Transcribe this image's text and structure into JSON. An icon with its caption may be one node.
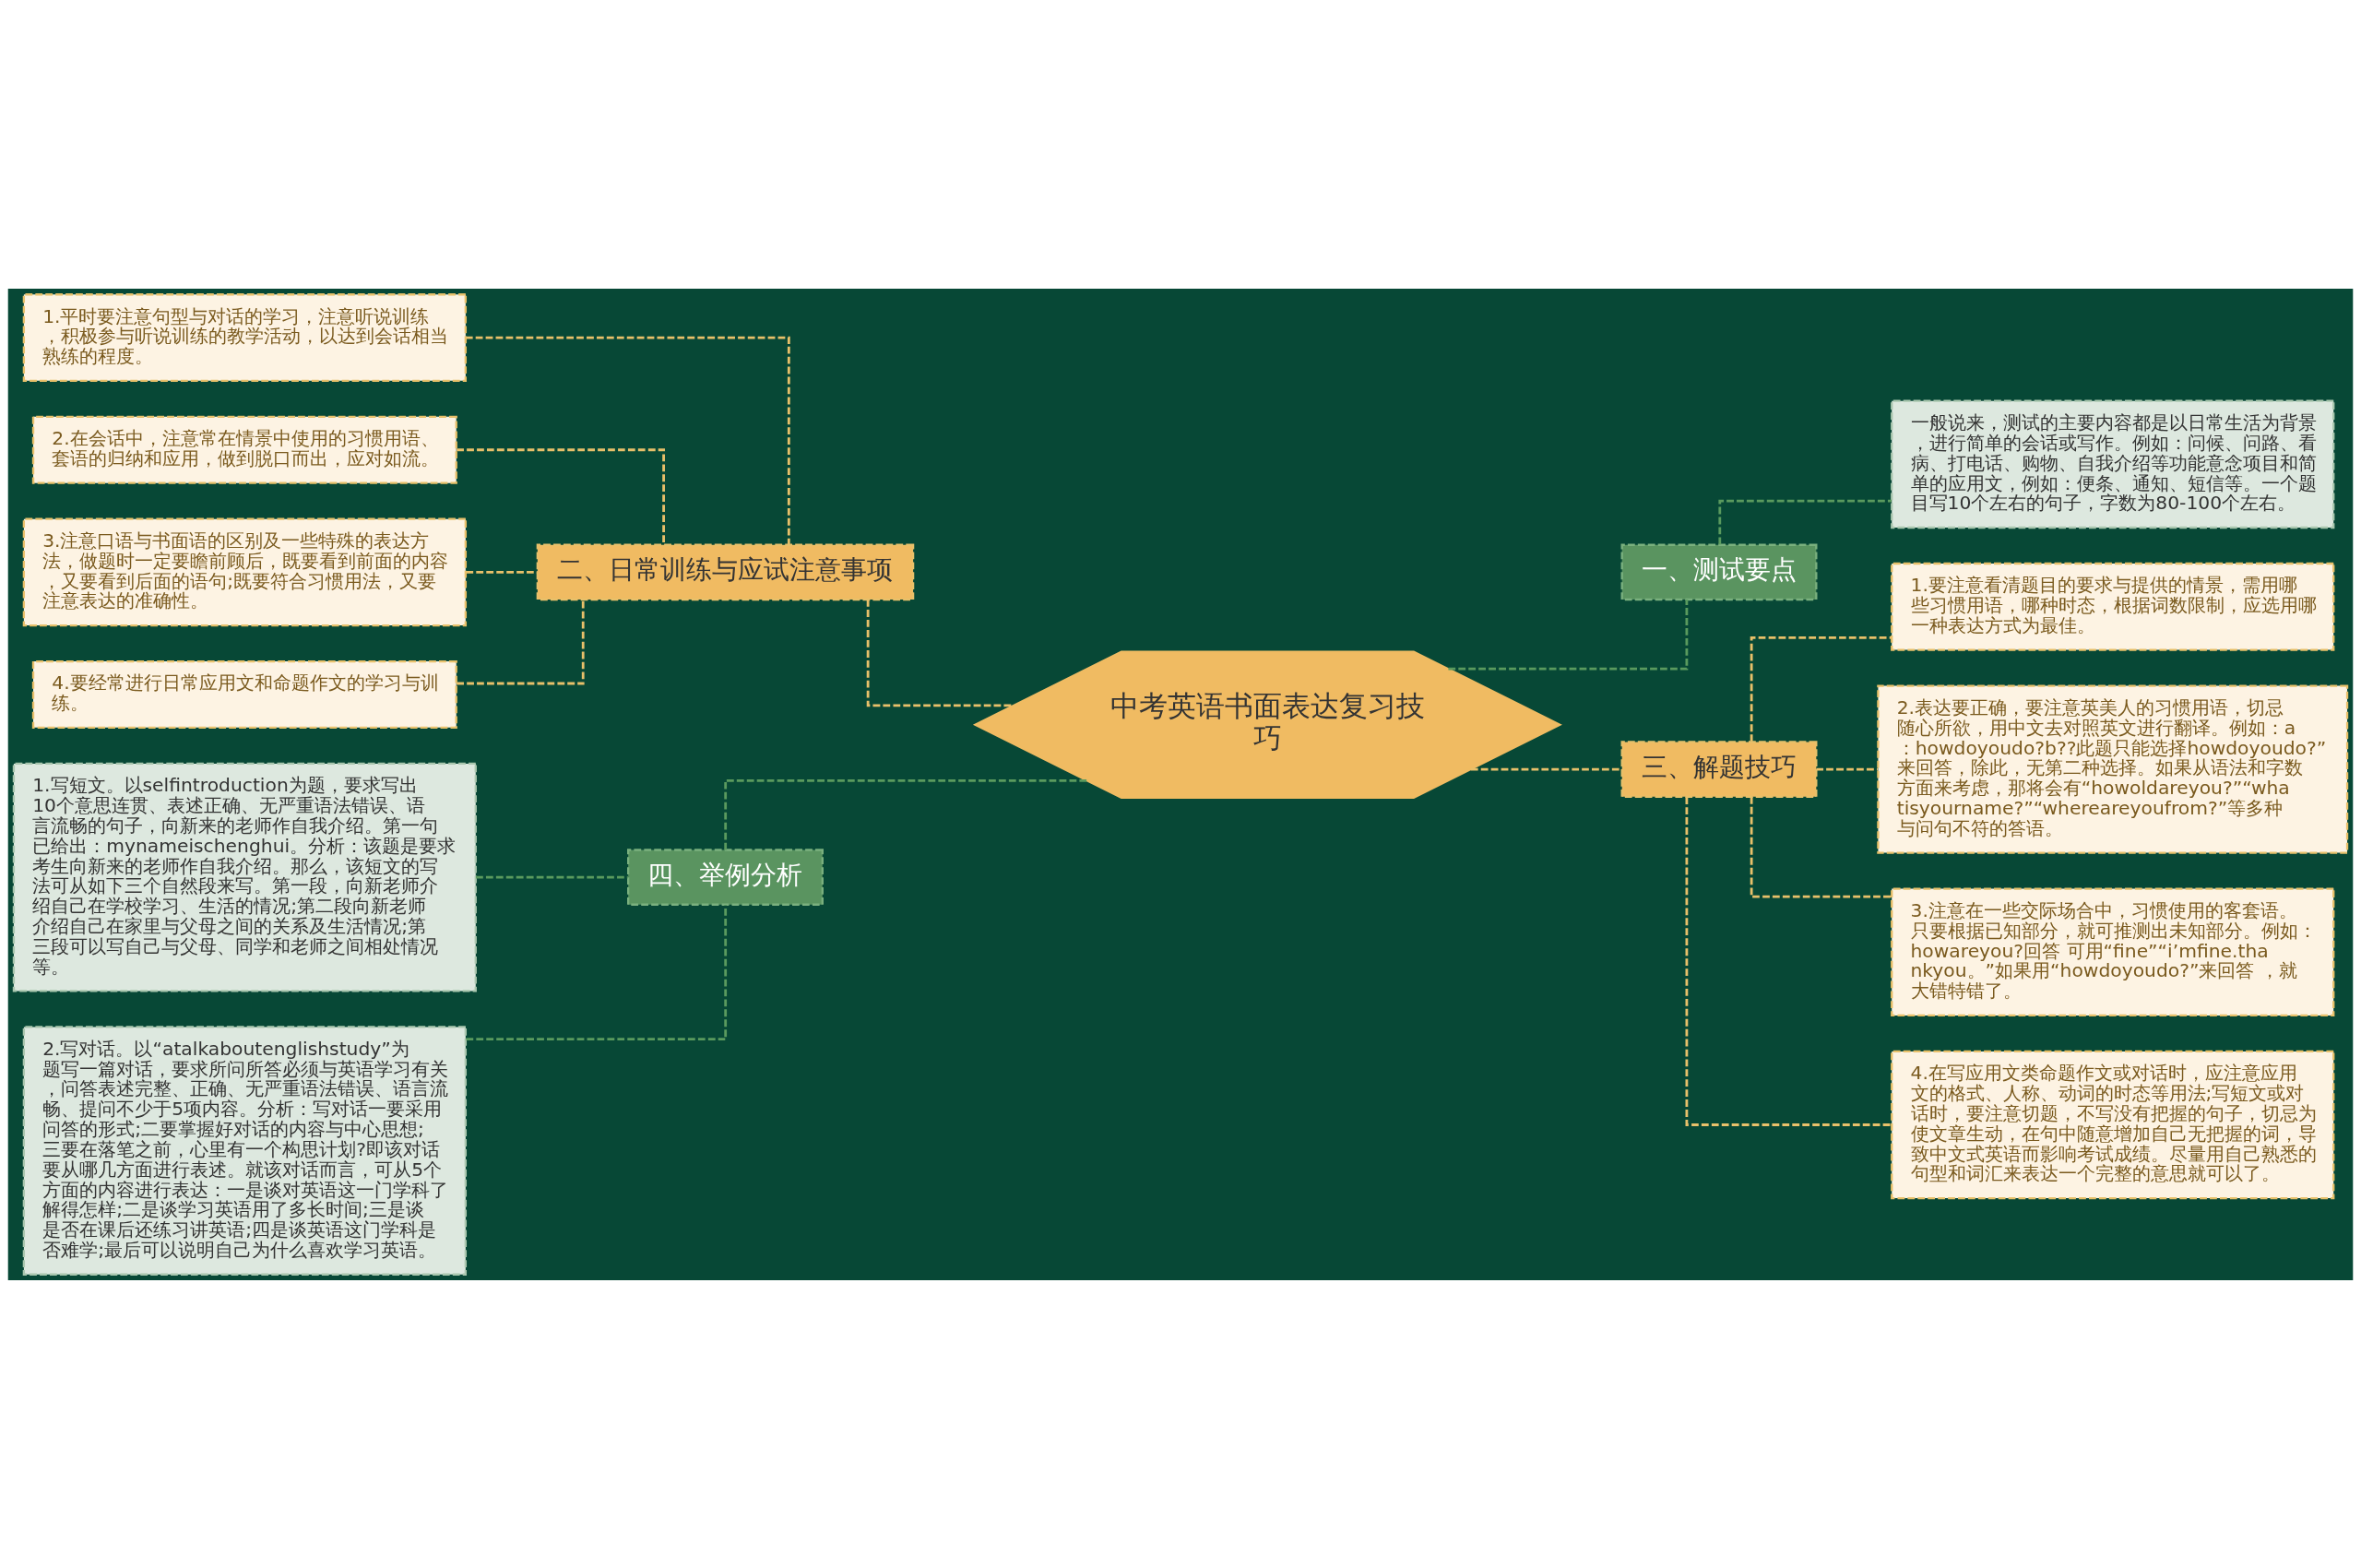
{
  "diagram": {
    "nodes": [
      {
        "text": [
          "中考英语书面表达复习技巧"
        ]
      },
      {
        "text": [
          "二、日常训练与应试注意事项"
        ]
      },
      {
        "text": [
          "1.平时要注意句型与对话的学习，注意听说训练，积极参与听说训练的教学活动，以达到会话相当熟练的程度。"
        ]
      },
      {
        "text": [
          "2.在会话中，注意常在情景中使用的习惯用语、套语的归纳和应用，做到脱口而出，应对如流。"
        ]
      },
      {
        "text": [
          "3.注意口语与书面语的区别及一些特殊的表达方法，做题时一定要瞻前顾后，既要看到前面的内容，又要看到后面的语句;既要符合习惯用法，又要注意表达的准确性。"
        ]
      },
      {
        "text": [
          "4.要经常进行日常应用文和命题作文的学习与训练。"
        ]
      },
      {
        "text": [
          "四、举例分析"
        ]
      },
      {
        "text": [
          "1.写短文。以selfintroduction为题，要求写出10个意思连贯、表述正确、无严重语法错误、语言流畅的句子，向新来的老师作自我介绍。第一句已给出：mynameischenghui。分析：该题是要求考生向新来的老师作自我介绍。那么，该短文的写法可从如下三个自然段来写。第一段，向新老师介绍自己在学校学习、生活的情况;第二段向新老师介绍自己在家里与父母之间的关系及生活情况;第三段可以写自己与父母、同学和老师之间相处情况等。"
        ]
      },
      {
        "text": [
          "2.写对话。以“atalkaboutenglishstudy”为题写一篇对话，要求所问所答必须与英语学习有关，问答表述完整、正确、无严重语法错误、语言流畅、提问不少于5项内容。分析：写对话一要采用问答的形式;二要掌握好对话的内容与中心思想;三要在落笔之前，心里有一个构思计划?即该对话要从哪几方面进行表述。就该对话而言，可从5个方面的内容进行表达：一是谈对英语这一门学科了解得怎样;二是谈学习英语用了多长时间;三是谈是否在课后还练习讲英语;四是谈英语这门学科是否难学;最后可以说明自己为什么喜欢学习英语。"
        ]
      },
      {
        "text": [
          "一、测试要点"
        ]
      },
      {
        "text": [
          "一般说来，测试的主要内容都是以日常生活为背景，进行简单的会话或写作。例如：问候、问路、看病、打电话、购物、自我介绍等功能意念项目和简单的应用文，例如：便条、通知、短信等。一个题目写10个左右的句子，字数为80-100个左右。"
        ]
      },
      {
        "text": [
          "三、解题技巧"
        ]
      },
      {
        "text": [
          "1.要注意看清题目的要求与提供的情景，需用哪些习惯用语，哪种时态，根据词数限制，应选用哪一种表达方式为最佳。"
        ]
      },
      {
        "text": [
          "2.表达要正确，要注意英美人的习惯用语，切忌随心所欲，用中文去对照英文进行翻译。例如：a：howdoyoudo?b??此题只能选择howdoyoudo?”来回答，除此，无第二种选择。如果从语法和字数方面来考虑，那将会有“howoldareyou?”“whatisyourname?”“whereareyoufrom?”等多种与问句不符的答语。"
        ]
      },
      {
        "text": [
          "3.注意在一些交际场合中，习惯使用的客套语。只要根据已知部分，就可推测出未知部分。例如：howareyou?回答 可用“fine”“i’mfine.thankyou。”如果用“howdoyoudo?”来回答 ，就大错特错了。"
        ]
      },
      {
        "text": [
          "4.在写应用文类命题作文或对话时，应注意应用文的格式、人称、动词的时态等用法;写短文或对话时，要注意切题，不写没有把握的句子，切忌为使文章生动，在句中随意增加自己无把握的词，导致中文式英语而影响考试成绩。尽量用自己熟悉的句型和词汇来表达一个完整的意思就可以了。"
        ]
      }
    ],
    "edges": [
      {
        "from": 0,
        "to": 1,
        "arrow": "none",
        "style": "dashed"
      },
      {
        "from": 1,
        "to": 2,
        "arrow": "none",
        "style": "dashed"
      },
      {
        "from": 1,
        "to": 3,
        "arrow": "none",
        "style": "dashed"
      },
      {
        "from": 1,
        "to": 4,
        "arrow": "none",
        "style": "dashed"
      },
      {
        "from": 1,
        "to": 5,
        "arrow": "none",
        "style": "dashed"
      },
      {
        "from": 0,
        "to": 6,
        "arrow": "none",
        "style": "dashed",
        "color": "#5a9a5e"
      },
      {
        "from": 6,
        "to": 7,
        "arrow": "none",
        "style": "dashed",
        "color": "#5a9a5e"
      },
      {
        "from": 6,
        "to": 8,
        "arrow": "none",
        "style": "dashed",
        "color": "#5a9a5e"
      },
      {
        "from": 0,
        "to": 9,
        "arrow": "none",
        "style": "dashed",
        "color": "#5a9a5e"
      },
      {
        "from": 9,
        "to": 10,
        "arrow": "none",
        "style": "dashed",
        "color": "#5a9a5e"
      },
      {
        "from": 0,
        "to": 11,
        "arrow": "none",
        "style": "dashed"
      },
      {
        "from": 11,
        "to": 12,
        "arrow": "none",
        "style": "dashed"
      },
      {
        "from": 11,
        "to": 13,
        "arrow": "none",
        "style": "dashed"
      },
      {
        "from": 11,
        "to": 14,
        "arrow": "none",
        "style": "dashed"
      },
      {
        "from": 11,
        "to": 15,
        "arrow": "none",
        "style": "dashed"
      }
    ]
  }
}
